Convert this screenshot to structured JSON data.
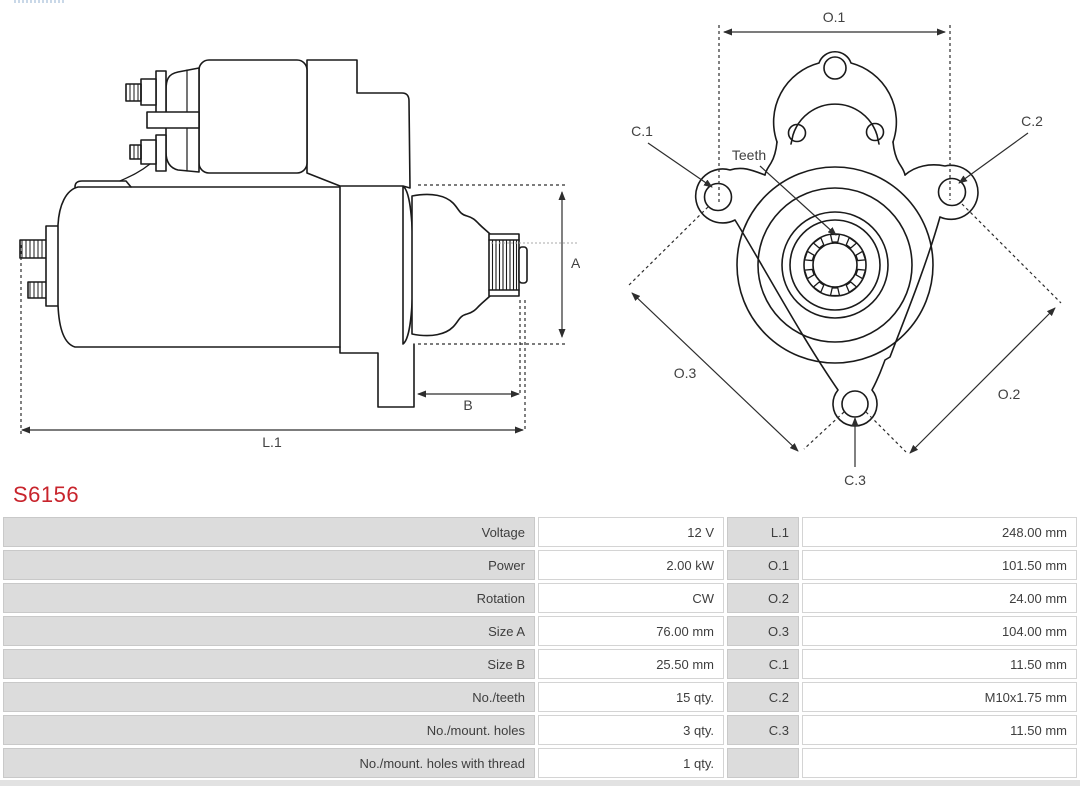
{
  "part_number": "S6156",
  "accent_color": "#c8242c",
  "drawings": {
    "side_view": {
      "dim_a": "A",
      "dim_b": "B",
      "dim_l1": "L.1"
    },
    "front_view": {
      "dim_o1": "O.1",
      "dim_o2": "O.2",
      "dim_o3": "O.3",
      "dim_c1": "C.1",
      "dim_c2": "C.2",
      "dim_c3": "C.3",
      "teeth_label": "Teeth"
    }
  },
  "table": {
    "rows": [
      {
        "label": "Voltage",
        "value": "12 V",
        "dim": "L.1",
        "dim_value": "248.00 mm"
      },
      {
        "label": "Power",
        "value": "2.00 kW",
        "dim": "O.1",
        "dim_value": "101.50 mm"
      },
      {
        "label": "Rotation",
        "value": "CW",
        "dim": "O.2",
        "dim_value": "24.00 mm"
      },
      {
        "label": "Size A",
        "value": "76.00 mm",
        "dim": "O.3",
        "dim_value": "104.00 mm"
      },
      {
        "label": "Size B",
        "value": "25.50 mm",
        "dim": "C.1",
        "dim_value": "11.50 mm"
      },
      {
        "label": "No./teeth",
        "value": "15 qty.",
        "dim": "C.2",
        "dim_value": "M10x1.75 mm"
      },
      {
        "label": "No./mount. holes",
        "value": "3 qty.",
        "dim": "C.3",
        "dim_value": "11.50 mm"
      },
      {
        "label": "No./mount. holes with thread",
        "value": "1 qty.",
        "dim": "",
        "dim_value": ""
      }
    ]
  }
}
